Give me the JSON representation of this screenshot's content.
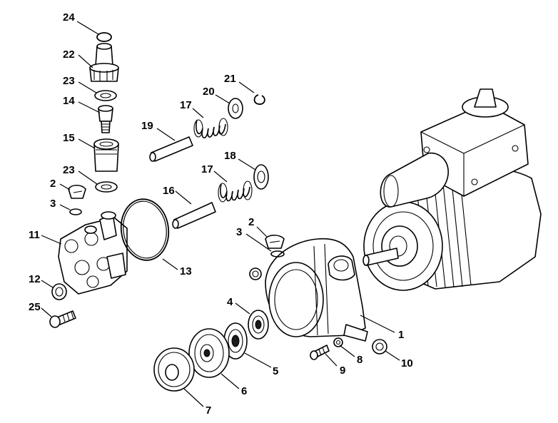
{
  "callouts": [
    {
      "id": "c24",
      "label": "24"
    },
    {
      "id": "c22",
      "label": "22"
    },
    {
      "id": "c23a",
      "label": "23"
    },
    {
      "id": "c14",
      "label": "14"
    },
    {
      "id": "c15",
      "label": "15"
    },
    {
      "id": "c23b",
      "label": "23"
    },
    {
      "id": "c2a",
      "label": "2"
    },
    {
      "id": "c3a",
      "label": "3"
    },
    {
      "id": "c11",
      "label": "11"
    },
    {
      "id": "c12",
      "label": "12"
    },
    {
      "id": "c25",
      "label": "25"
    },
    {
      "id": "c21",
      "label": "21"
    },
    {
      "id": "c20",
      "label": "20"
    },
    {
      "id": "c17a",
      "label": "17"
    },
    {
      "id": "c19",
      "label": "19"
    },
    {
      "id": "c18",
      "label": "18"
    },
    {
      "id": "c17b",
      "label": "17"
    },
    {
      "id": "c16",
      "label": "16"
    },
    {
      "id": "c13",
      "label": "13"
    },
    {
      "id": "c2b",
      "label": "2"
    },
    {
      "id": "c3b",
      "label": "3"
    },
    {
      "id": "c4",
      "label": "4"
    },
    {
      "id": "c1",
      "label": "1"
    },
    {
      "id": "c5",
      "label": "5"
    },
    {
      "id": "c6",
      "label": "6"
    },
    {
      "id": "c7",
      "label": "7"
    },
    {
      "id": "c8",
      "label": "8"
    },
    {
      "id": "c9",
      "label": "9"
    },
    {
      "id": "c10",
      "label": "10"
    }
  ]
}
